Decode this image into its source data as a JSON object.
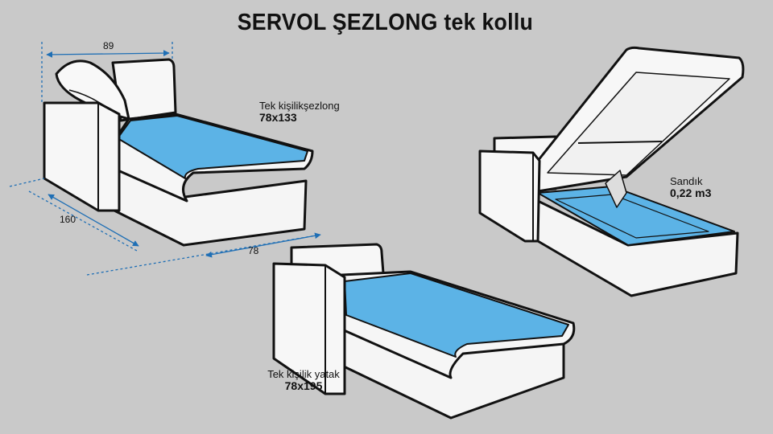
{
  "title": "SERVOL ŞEZLONG tek kollu",
  "dimensions": {
    "width_top": "89",
    "depth": "160",
    "width_front": "78"
  },
  "chaise": {
    "label": "Tek kişilikşezlong",
    "size": "78x133"
  },
  "storage": {
    "label": "Sandık",
    "volume": "0,22 m3"
  },
  "bed": {
    "label": "Tek kişilik yatak",
    "size": "78x195"
  },
  "colors": {
    "background": "#c9c9c9",
    "upholstery": "#f7f7f7",
    "mattress": "#5cb3e6",
    "outline": "#111111",
    "dimension_line": "#1f6fb5"
  }
}
